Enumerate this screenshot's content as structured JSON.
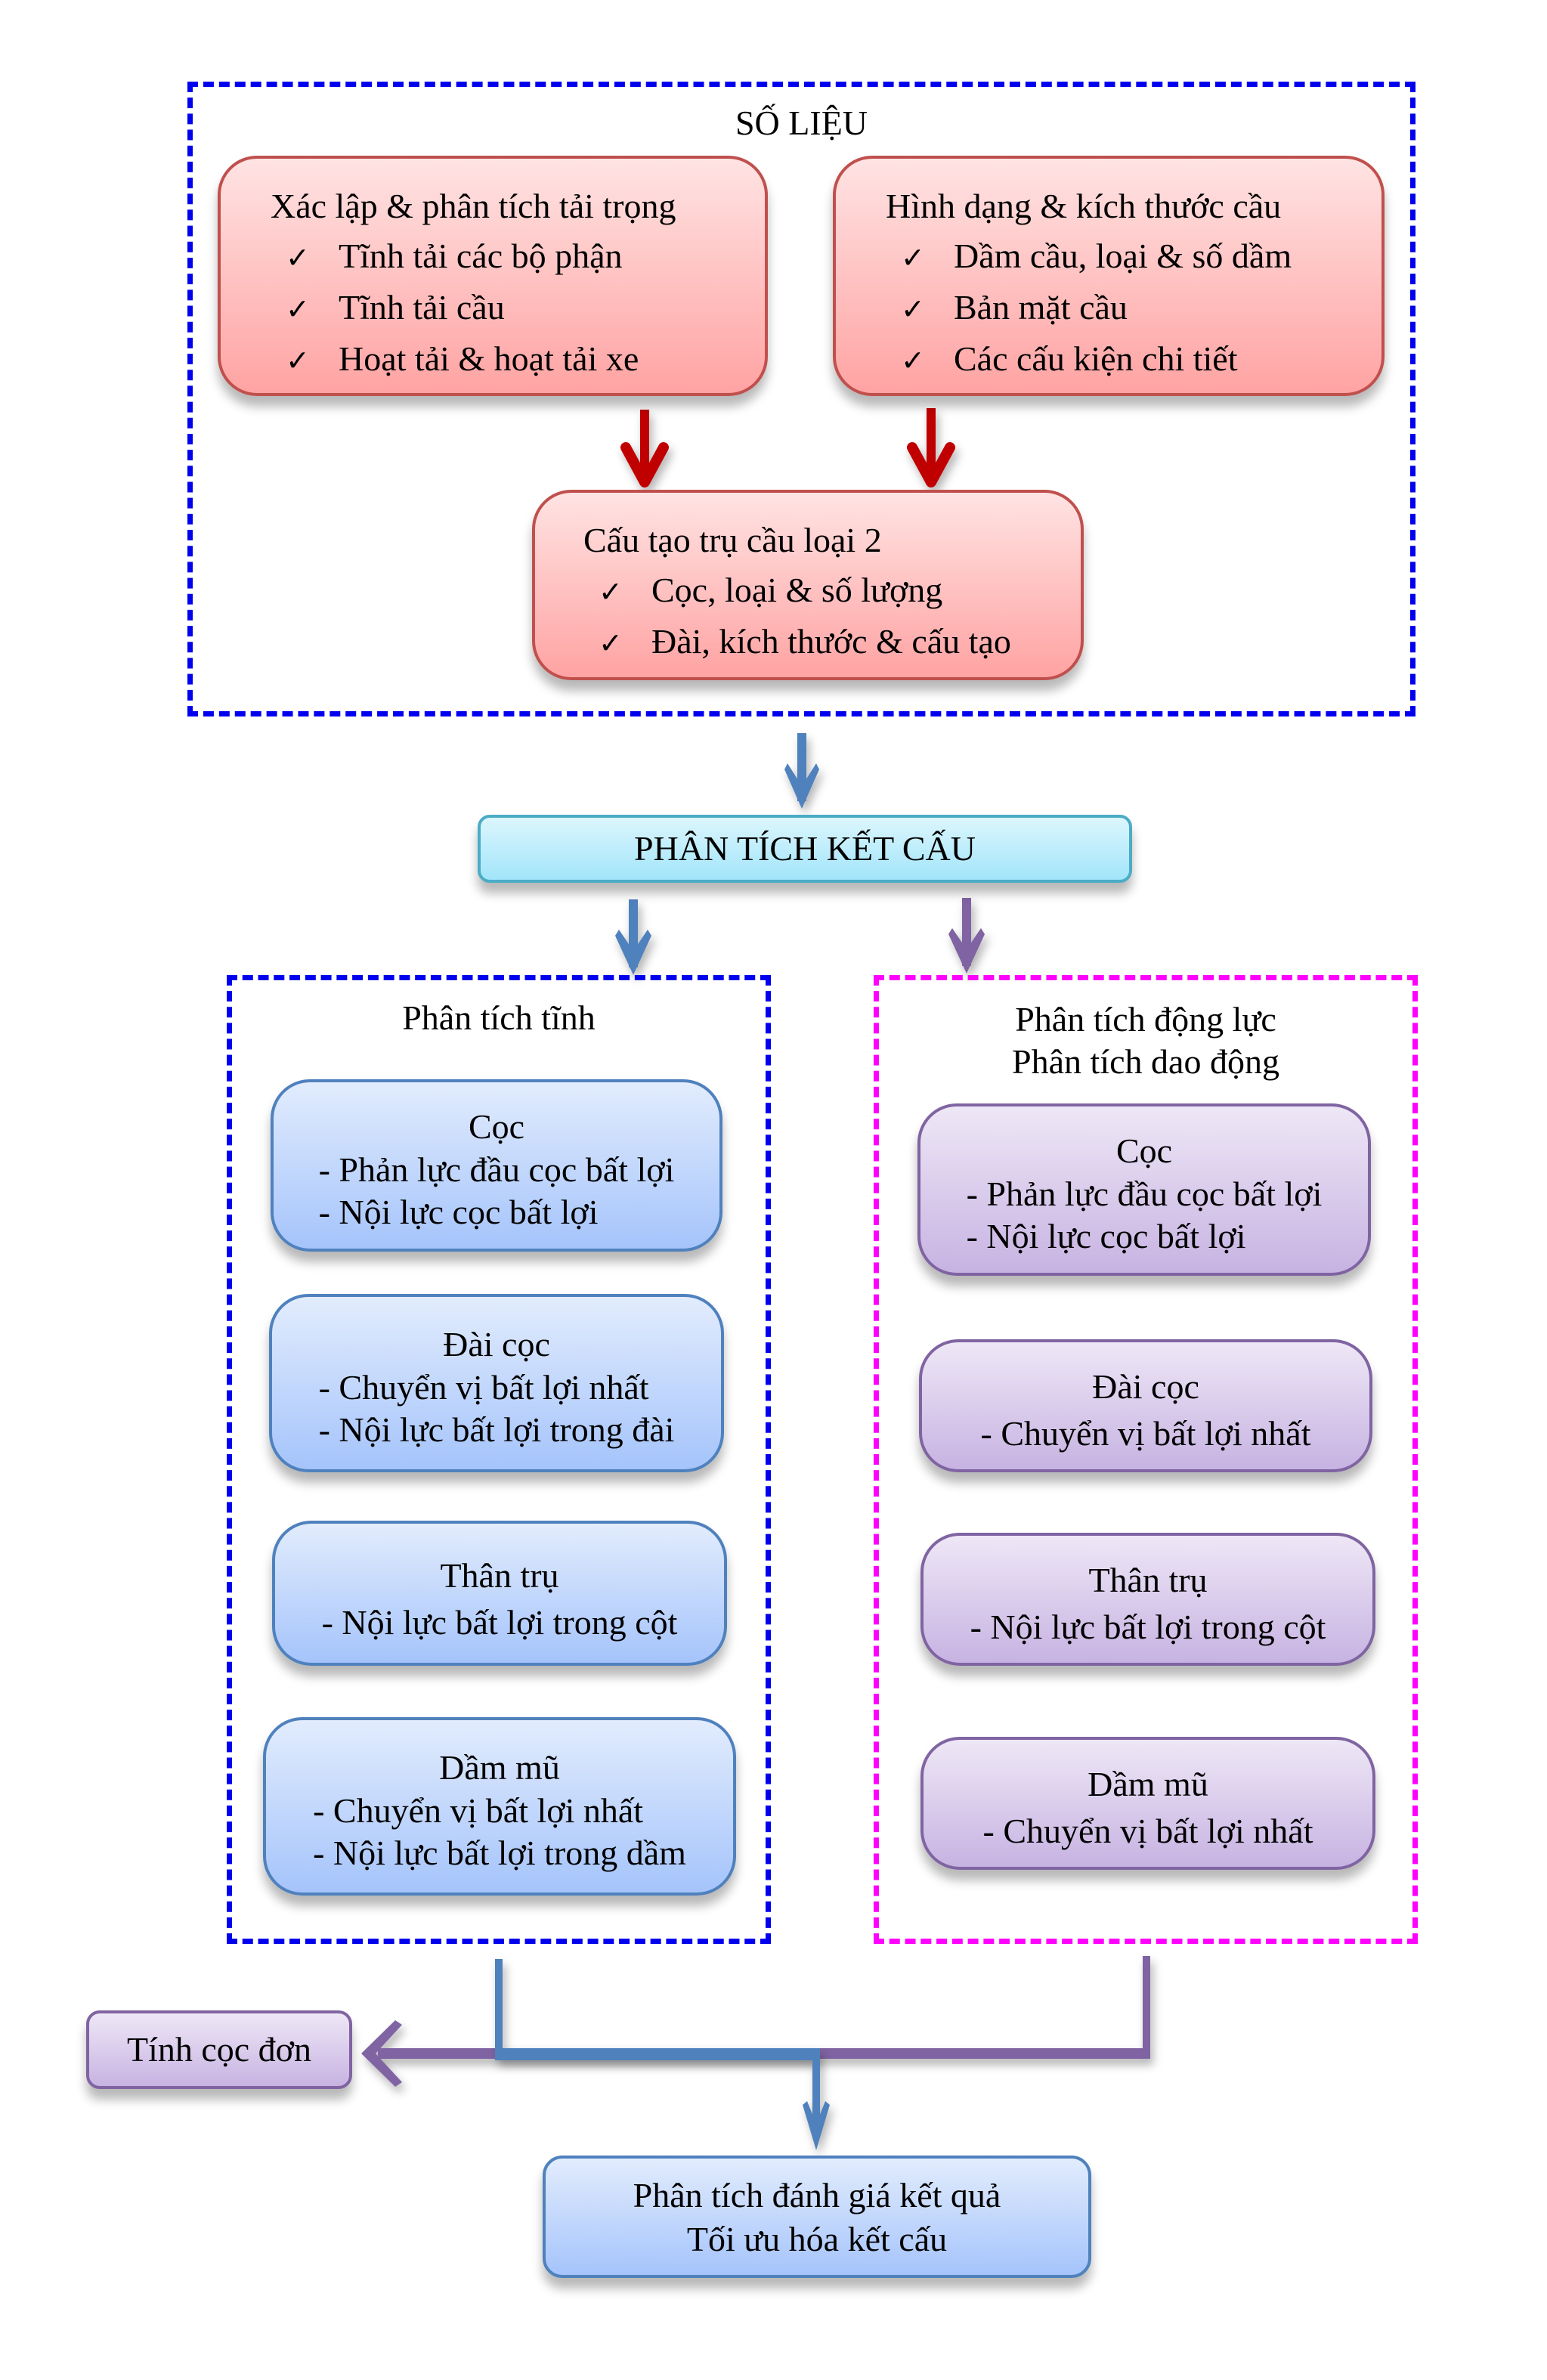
{
  "colors": {
    "dashed_blue": "#0000ee",
    "dashed_pink": "#ff00ff",
    "arrow_red": "#c00000",
    "arrow_blue": "#4f81bd",
    "arrow_purple": "#8064a2"
  },
  "data_group": {
    "title": "SỐ LIỆU",
    "load_box": {
      "heading": "Xác lập & phân tích tải trọng",
      "items": [
        "Tĩnh tải các bộ phận",
        "Tĩnh tải cầu",
        "Hoạt tải & hoạt tải xe"
      ]
    },
    "geometry_box": {
      "heading": "Hình dạng & kích thước cầu",
      "items": [
        "Dầm cầu, loại & số dầm",
        "Bản mặt cầu",
        "Các cấu kiện chi tiết"
      ]
    },
    "pier_box": {
      "heading": "Cấu tạo trụ cầu loại 2",
      "items": [
        "Cọc, loại & số lượng",
        "Đài, kích thước & cấu tạo"
      ]
    },
    "check_icon": "✓"
  },
  "structural_analysis": {
    "label": "PHÂN TÍCH KẾT CẤU"
  },
  "static_group": {
    "title": "Phân tích tĩnh",
    "boxes": [
      {
        "heading": "Cọc",
        "lines": [
          "- Phản lực đầu cọc bất lợi",
          "- Nội lực cọc bất lợi"
        ]
      },
      {
        "heading": "Đài cọc",
        "lines": [
          "- Chuyển vị bất lợi nhất",
          "- Nội lực bất lợi trong đài"
        ]
      },
      {
        "heading": "Thân trụ",
        "lines": [
          "- Nội lực bất lợi trong cột"
        ]
      },
      {
        "heading": "Dầm mũ",
        "lines": [
          "- Chuyển vị bất lợi nhất",
          "- Nội lực bất lợi trong dầm"
        ]
      }
    ]
  },
  "dynamic_group": {
    "title_line1": "Phân tích động lực",
    "title_line2": "Phân tích dao động",
    "boxes": [
      {
        "heading": "Cọc",
        "lines": [
          "- Phản lực đầu cọc bất lợi",
          "- Nội lực cọc bất lợi"
        ]
      },
      {
        "heading": "Đài cọc",
        "lines": [
          "- Chuyển vị bất lợi nhất"
        ]
      },
      {
        "heading": "Thân trụ",
        "lines": [
          "- Nội lực bất lợi trong cột"
        ]
      },
      {
        "heading": "Dầm mũ",
        "lines": [
          "- Chuyển vị bất lợi nhất"
        ]
      }
    ]
  },
  "single_pile": {
    "label": "Tính cọc đơn"
  },
  "result_box": {
    "line1": "Phân tích đánh giá kết quả",
    "line2": "Tối ưu hóa kết cấu"
  }
}
